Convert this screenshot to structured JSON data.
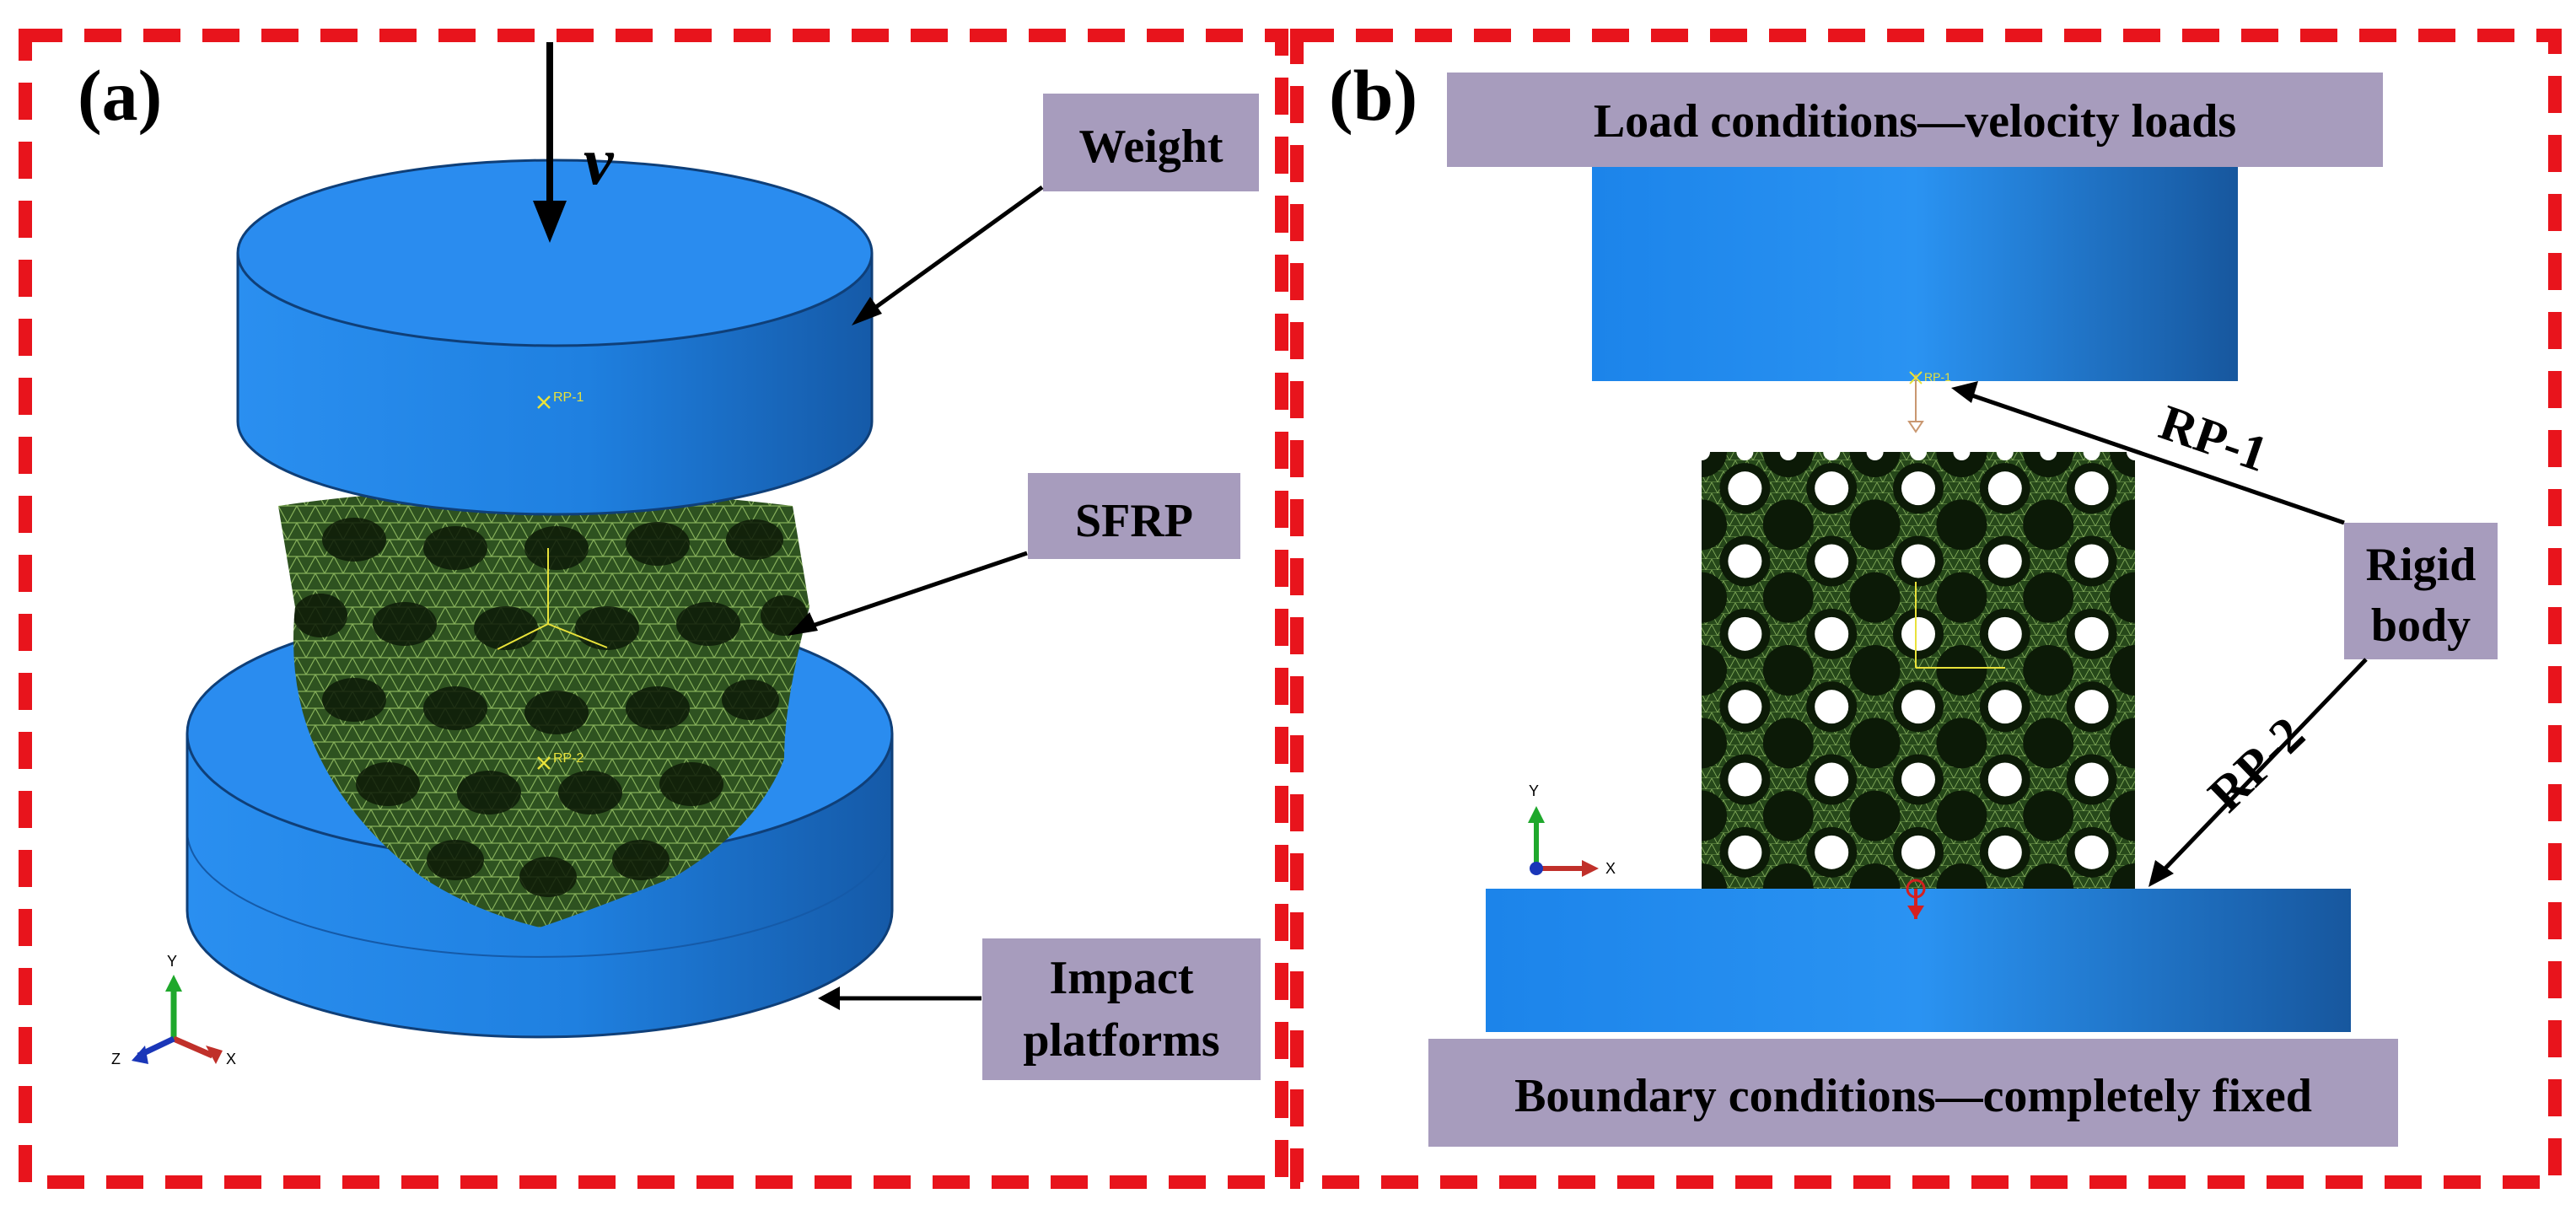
{
  "panel_a": {
    "label": "(a)",
    "velocity_symbol": "v",
    "callouts": {
      "weight": "Weight",
      "sfrp": "SFRP",
      "impact_line1": "Impact",
      "impact_line2": "platforms"
    },
    "reference_points": {
      "rp1": "RP-1",
      "rp2": "RP-2"
    },
    "axes": {
      "x": "X",
      "y": "Y",
      "z": "Z"
    }
  },
  "panel_b": {
    "label": "(b)",
    "load_conditions": "Load conditions—velocity loads",
    "boundary_conditions": "Boundary conditions—completely fixed",
    "rigid_body_line1": "Rigid",
    "rigid_body_line2": "body",
    "rp1_label": "RP-1",
    "rp2_label": "RP-2",
    "small_rp1": "RP-1",
    "axes": {
      "x": "X",
      "y": "Y"
    }
  },
  "colors": {
    "frame_dash": "#e8141c",
    "label_box": "#a79cbd",
    "cylinder_blue": "#1f86e6",
    "cylinder_dark": "#1462b4",
    "mesh_green": "#2f5a22",
    "axis_x": "#c0302a",
    "axis_y": "#1fa82c",
    "axis_z": "#1a36b8"
  }
}
